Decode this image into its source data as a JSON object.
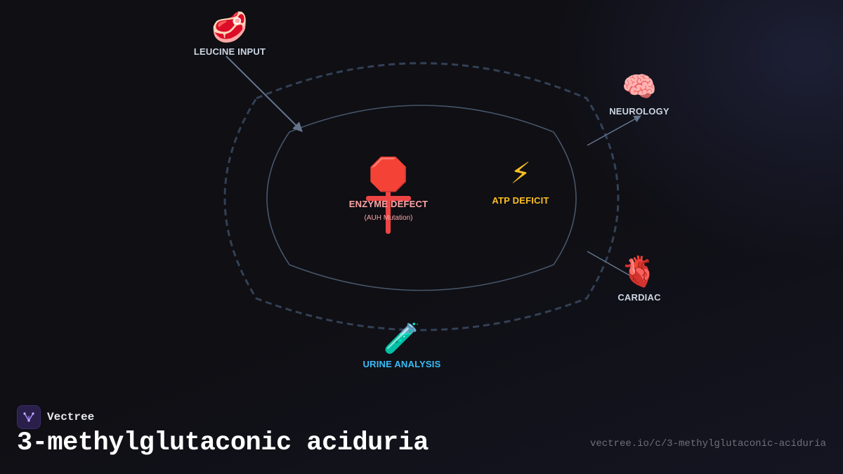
{
  "nodes": {
    "leucine": {
      "icon": "meat-icon",
      "glyph": "🥩",
      "label": "LEUCINE INPUT"
    },
    "neurology": {
      "icon": "brain-icon",
      "glyph": "🧠",
      "label": "NEUROLOGY"
    },
    "enzyme": {
      "icon": "stop-sign-icon",
      "glyph": "🛑",
      "label": "ENZYME DEFECT",
      "sublabel": "(AUH Mutation)"
    },
    "atp": {
      "icon": "lightning-icon",
      "glyph": "⚡",
      "label": "ATP DEFICIT"
    },
    "cardiac": {
      "icon": "anatomical-heart-icon",
      "glyph": "🫀",
      "label": "CARDIAC"
    },
    "urine": {
      "icon": "test-tube-icon",
      "glyph": "🧪",
      "label": "URINE ANALYSIS"
    }
  },
  "colors": {
    "background": "#0f0f14",
    "label_default": "#cbd5e1",
    "enzyme_label": "#fca5a5",
    "enzyme_bar": "#ef4444",
    "atp_label": "#fbbf24",
    "urine_label": "#38bdf8",
    "outer_ring": "#334155",
    "inner_ring": "#475569",
    "arrow": "#64748b"
  },
  "footer": {
    "brand": "Vectree",
    "brand_icon": "vectree-logo-icon",
    "title": "3-methylglutaconic aciduria",
    "url": "vectree.io/c/3-methylglutaconic-aciduria"
  }
}
